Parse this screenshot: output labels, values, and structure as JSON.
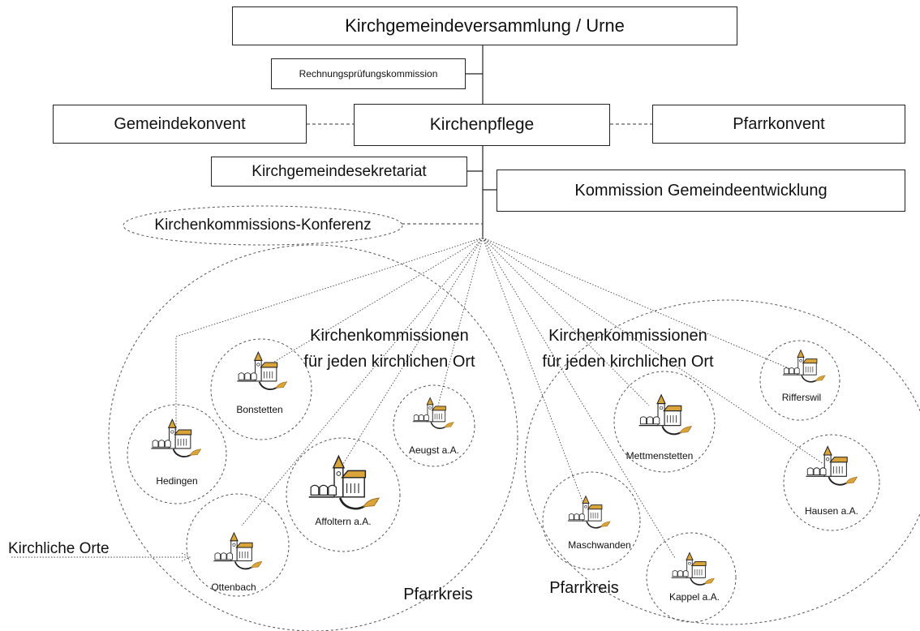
{
  "boxes": {
    "assembly": "Kirchgemeindeversammlung / Urne",
    "audit": "Rechnungsprüfungskommission",
    "congregation_convent": "Gemeindekonvent",
    "church_care": "Kirchenpflege",
    "parish_convent": "Pfarrkonvent",
    "secretariat": "Kirchgemeindesekretariat",
    "development": "Kommission Gemeindeentwicklung"
  },
  "conference": "Kirchenkommissions-Konferenz",
  "commissions": {
    "left": [
      "Kirchenkommissionen",
      "für jeden kirchlichen Ort"
    ],
    "right": [
      "Kirchenkommissionen",
      "für jeden kirchlichen Ort"
    ]
  },
  "places": {
    "hedingen": "Hedingen",
    "bonstetten": "Bonstetten",
    "aeugst": "Aeugst a.A.",
    "affoltern": "Affoltern a.A.",
    "ottenbach": "Ottenbach",
    "mettmenstetten": "Mettmenstetten",
    "maschwanden": "Maschwanden",
    "kappel": "Kappel a.A.",
    "rifferswil": "Rifferswil",
    "hausen": "Hausen a.A."
  },
  "pfarrkreis": {
    "left": "Pfarrkreis",
    "right": "Pfarrkreis"
  },
  "kirchliche_orte": "Kirchliche Orte",
  "icons": {
    "church": "church-icon"
  },
  "colors": {
    "church_roof": "#d9a43a",
    "church_wall": "#ffffff",
    "outline": "#222222"
  }
}
